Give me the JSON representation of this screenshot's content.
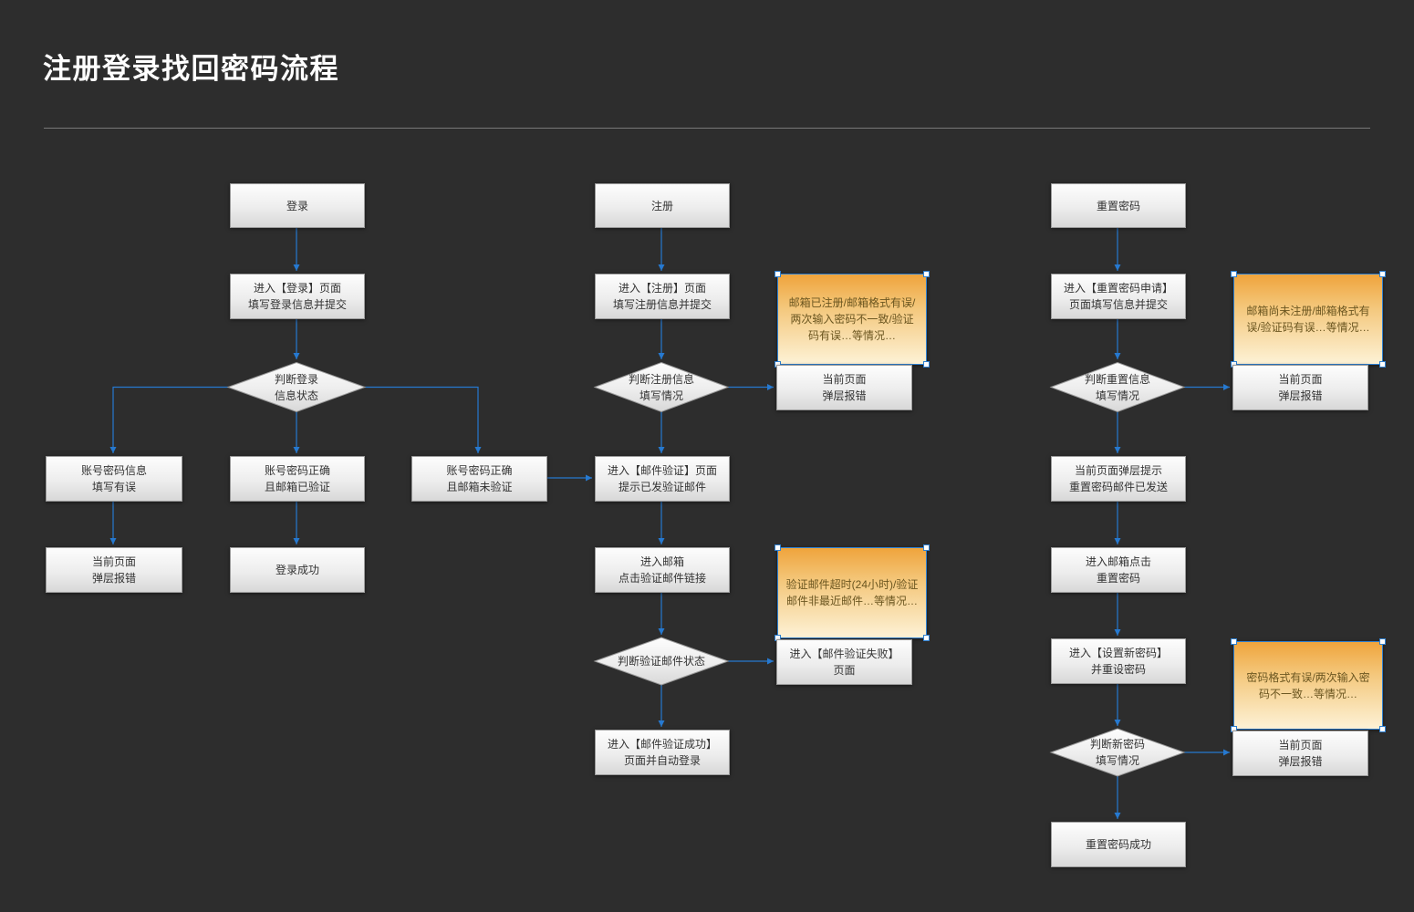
{
  "page": {
    "title": "注册登录找回密码流程"
  },
  "colors": {
    "background": "#2d2d2d",
    "arrow": "#2679d0",
    "node_fill_top": "#fdfdfd",
    "node_fill_bottom": "#d8d8d8",
    "node_border": "#9a9a9a",
    "note_fill_top": "#efa43c",
    "note_fill_bottom": "#fdf2d6",
    "note_border": "#2f80d0"
  },
  "nodes": {
    "login_start": {
      "label": "登录"
    },
    "login_enter": {
      "label": "进入【登录】页面\n填写登录信息并提交"
    },
    "login_check": {
      "label": "判断登录\n信息状态"
    },
    "login_wrong": {
      "label": "账号密码信息\n填写有误"
    },
    "login_ok_verified": {
      "label": "账号密码正确\n且邮箱已验证"
    },
    "login_ok_unverified": {
      "label": "账号密码正确\n且邮箱未验证"
    },
    "login_error_popup": {
      "label": "当前页面\n弹层报错"
    },
    "login_success": {
      "label": "登录成功"
    },
    "register_start": {
      "label": "注册"
    },
    "register_enter": {
      "label": "进入【注册】页面\n填写注册信息并提交"
    },
    "register_check": {
      "label": "判断注册信息\n填写情况"
    },
    "register_note": {
      "label": "邮箱已注册/邮箱格式有误/两次输入密码不一致/验证码有误…等情况…"
    },
    "register_error_popup": {
      "label": "当前页面\n弹层报错"
    },
    "verify_page": {
      "label": "进入【邮件验证】页面\n提示已发验证邮件"
    },
    "verify_click": {
      "label": "进入邮箱\n点击验证邮件链接"
    },
    "verify_check": {
      "label": "判断验证邮件状态"
    },
    "verify_note": {
      "label": "验证邮件超时(24小时)/验证邮件非最近邮件…等情况…"
    },
    "verify_fail": {
      "label": "进入【邮件验证失败】\n页面"
    },
    "verify_success": {
      "label": "进入【邮件验证成功】\n页面并自动登录"
    },
    "reset_start": {
      "label": "重置密码"
    },
    "reset_enter": {
      "label": "进入【重置密码申请】\n页面填写信息并提交"
    },
    "reset_note1": {
      "label": "邮箱尚未注册/邮箱格式有误/验证码有误…等情况…"
    },
    "reset_check": {
      "label": "判断重置信息\n填写情况"
    },
    "reset_error_popup1": {
      "label": "当前页面\n弹层报错"
    },
    "reset_mail_sent": {
      "label": "当前页面弹层提示\n重置密码邮件已发送"
    },
    "reset_click": {
      "label": "进入邮箱点击\n重置密码"
    },
    "reset_new_password": {
      "label": "进入【设置新密码】\n并重设密码"
    },
    "reset_note2": {
      "label": "密码格式有误/两次输入密码不一致…等情况…"
    },
    "reset_new_check": {
      "label": "判断新密码\n填写情况"
    },
    "reset_error_popup2": {
      "label": "当前页面\n弹层报错"
    },
    "reset_success": {
      "label": "重置密码成功"
    }
  }
}
